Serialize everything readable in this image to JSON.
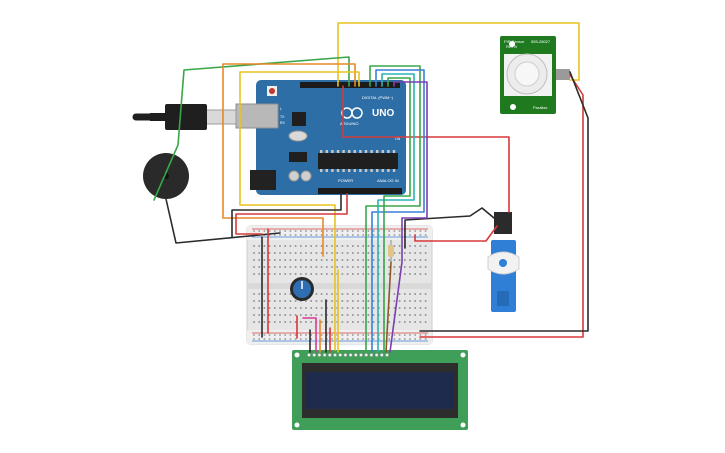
{
  "arduino": {
    "brand": "ARDUINO",
    "model": "UNO",
    "digital_label": "DIGITAL (PWM~)",
    "analog_label": "ANALOG IN",
    "power_label": "POWER",
    "on_label": "ON",
    "tx_label": "TX",
    "rx_label": "RX",
    "l_label": "L",
    "board_color": "#2d6ea6"
  },
  "pir": {
    "line1": "PIR Sensor",
    "line2": "Rev B",
    "part_no": "555-28027",
    "maker": "Parallax",
    "pcb_color": "#1f7a1f"
  },
  "lcd": {
    "pcb_color": "#3f9e58",
    "screen_color": "#1e2b4d"
  },
  "wire_colors": {
    "red": "#d63a3a",
    "black": "#2b2b2b",
    "yellow": "#e8c31e",
    "orange": "#e8892a",
    "green": "#3aa64a",
    "blue": "#3a7fd6",
    "purple": "#7b3fb0",
    "brown": "#8b5a2b",
    "teal": "#2bb3b3",
    "pink": "#d63a9a"
  }
}
